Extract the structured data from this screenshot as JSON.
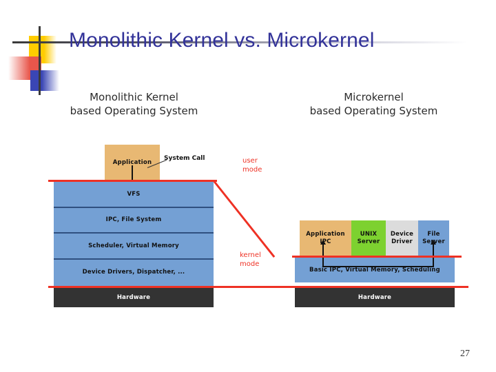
{
  "slide": {
    "title": "Monolithic Kernel vs. Microkernel",
    "page_number": "27",
    "title_color": "#333399",
    "accent_colors": {
      "yellow": "#FFCC00",
      "red": "#E8564B",
      "blue": "#3A46B4",
      "mode_line_red": "#ee3124"
    }
  },
  "diagram": {
    "left_column": {
      "heading_line1": "Monolithic Kernel",
      "heading_line2": "based Operating System",
      "application_block": "Application",
      "annotation": "System Call",
      "kernel_layers": [
        "VFS",
        "IPC, File System",
        "Scheduler, Virtual Memory",
        "Device Drivers, Dispatcher, ..."
      ],
      "hardware_block": "Hardware",
      "colors": {
        "application": "#E8B873",
        "kernel": "#74A0D4",
        "divider": "#2F4F7F",
        "hardware": "#333333"
      }
    },
    "right_column": {
      "heading_line1": "Microkernel",
      "heading_line2": "based Operating System",
      "servers": [
        {
          "label": "Application\nIPC",
          "label_line1": "Application",
          "label_line2": "IPC",
          "color": "#E8B873"
        },
        {
          "label": "UNIX Server",
          "label_line1": "UNIX",
          "label_line2": "Server",
          "color": "#7DD130"
        },
        {
          "label": "Device Driver",
          "label_line1": "Device",
          "label_line2": "Driver",
          "color": "#DCDCDC"
        },
        {
          "label": "File Server",
          "label_line1": "File",
          "label_line2": "Server",
          "color": "#74A0D4"
        }
      ],
      "microkernel_band": "Basic IPC, Virtual Memory, Scheduling",
      "hardware_block": "Hardware",
      "colors": {
        "microkernel": "#74A0D4",
        "hardware": "#333333"
      }
    },
    "mode_labels": {
      "user_line1": "user",
      "user_line2": "mode",
      "kernel_line1": "kernel",
      "kernel_line2": "mode"
    }
  }
}
